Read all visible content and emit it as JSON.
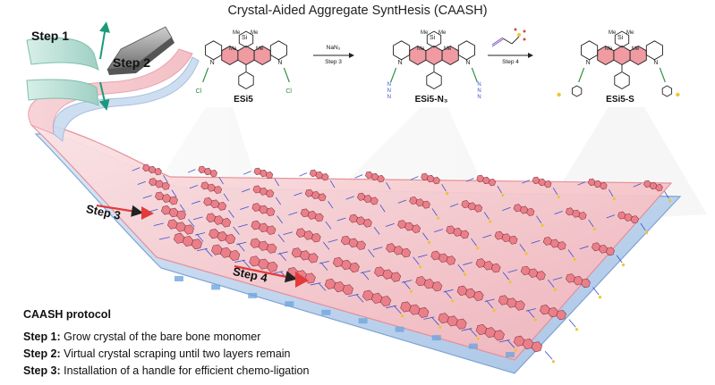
{
  "title": "Crystal-Aided Aggregate SyntHesis (CAASH)",
  "steps": {
    "step1": "Step 1",
    "step2": "Step 2",
    "step3": "Step 3",
    "step4": "Step 4"
  },
  "molecules": {
    "m1": "ESi5",
    "m2": "ESi5-N₃",
    "m3": "ESi5-S"
  },
  "reactions": {
    "r1_reagent": "NaN₃",
    "r1_step": "Step 3",
    "r2_step": "Step 4"
  },
  "atoms": {
    "cl": "Cl",
    "me": "Me",
    "si": "Si",
    "n": "N"
  },
  "protocol": {
    "title": "CAASH protocol",
    "items": [
      {
        "label": "Step 1:",
        "text": " Grow crystal of the bare bone monomer"
      },
      {
        "label": "Step 2:",
        "text": " Virtual crystal scraping until two layers remain"
      },
      {
        "label": "Step 3:",
        "text": " Installation of a handle for efficient chemo-ligation"
      }
    ]
  },
  "colors": {
    "pink_layer": "#f2b8bd",
    "pink_edge": "#e48c95",
    "blue_layer": "#a9c6e8",
    "blue_edge": "#7fa3d3",
    "ring_fill": "#f09aa2",
    "arrow_red": "#e23b3b",
    "teal": "#1a9a7a"
  }
}
